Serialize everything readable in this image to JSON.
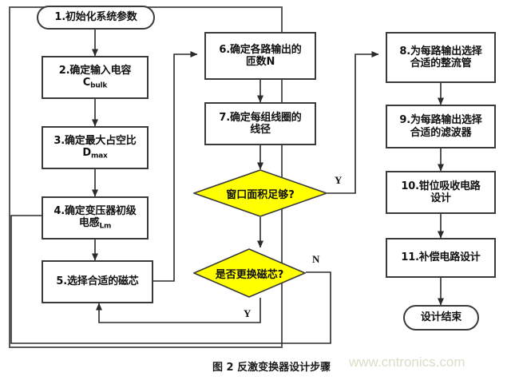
{
  "figure": {
    "caption": "图 2 反激变换器设计步骤",
    "watermark": "www.cntronics.com"
  },
  "colors": {
    "decision_fill": "#ffff00",
    "node_stroke": "#3a3a3a",
    "node_fill": "#ffffff",
    "line": "#2b2b2b",
    "watermark": "#dcdcc8"
  },
  "nodes": {
    "start": {
      "label": "1.初始化系统参数",
      "shape": "terminator"
    },
    "step2": {
      "line1": "2.确定输入电容",
      "line2": "C",
      "sub2": "bulk",
      "shape": "process"
    },
    "step3": {
      "line1": "3.确定最大占空比",
      "line2": "D",
      "sub2": "max",
      "shape": "process"
    },
    "step4": {
      "line1": "4.确定变压器初级",
      "line2": "电感",
      "sub2": "Lm",
      "shape": "process"
    },
    "step5": {
      "label": "5.选择合适的磁芯",
      "shape": "process"
    },
    "step6": {
      "line1": "6.确定各路输出的",
      "line2": "匝数N",
      "shape": "process"
    },
    "step7": {
      "line1": "7.确定每组线圈的",
      "line2": "线径",
      "shape": "process"
    },
    "decision1": {
      "label": "窗口面积足够?",
      "shape": "decision"
    },
    "decision2": {
      "label": "是否更换磁芯?",
      "shape": "decision"
    },
    "step8": {
      "line1": "8.为每路输出选择",
      "line2": "合适的整流管",
      "shape": "process"
    },
    "step9": {
      "line1": "9.为每路输出选择",
      "line2": "合适的滤波器",
      "shape": "process"
    },
    "step10": {
      "line1": "10.钳位吸收电路",
      "line2": "设计",
      "shape": "process"
    },
    "step11": {
      "label": "11.补偿电路设计",
      "shape": "process"
    },
    "end": {
      "label": "设计结束",
      "shape": "terminator"
    }
  },
  "branches": {
    "decision1_yes": "Y",
    "decision2_no": "N",
    "decision2_yes": "Y"
  }
}
